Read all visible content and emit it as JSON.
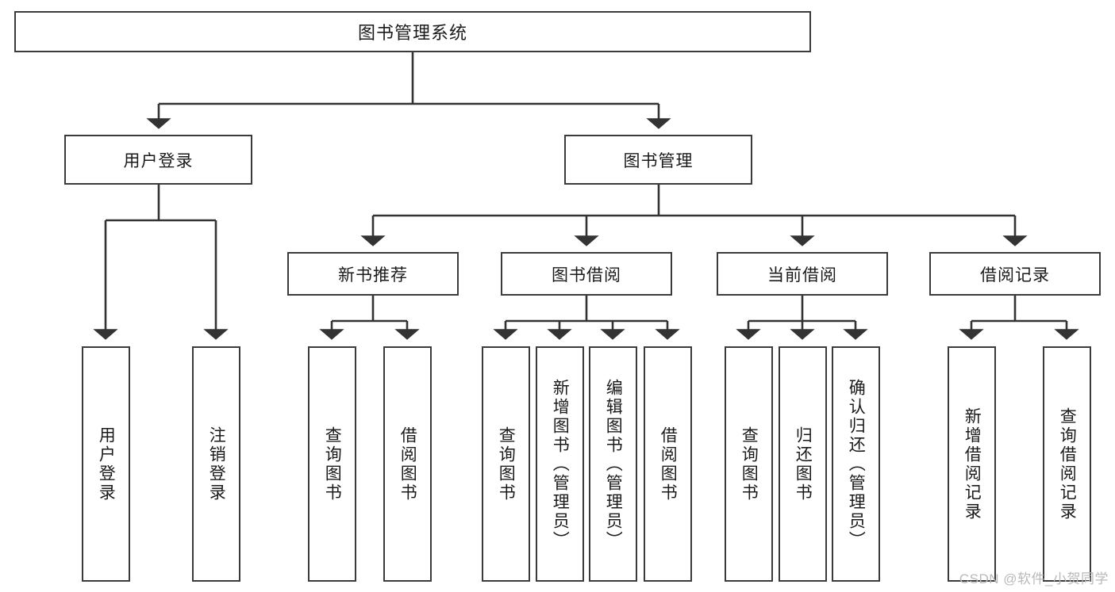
{
  "diagram": {
    "title": "图书管理系统",
    "type": "tree-hierarchy",
    "watermark": "CSDN @软件_小贺同学",
    "colors": {
      "box_border": "#3b3b3b",
      "box_fill": "#ffffff",
      "connector": "#333333",
      "text": "#1a1a1a",
      "watermark": "#b9b9b9"
    },
    "levels": {
      "level1": [
        {
          "id": "root",
          "label": "图书管理系统",
          "orientation": "horizontal"
        }
      ],
      "level2": [
        {
          "id": "user-login",
          "label": "用户登录",
          "orientation": "horizontal"
        },
        {
          "id": "book-manage",
          "label": "图书管理",
          "orientation": "horizontal"
        }
      ],
      "level3": [
        {
          "id": "new-book-rec",
          "label": "新书推荐",
          "orientation": "horizontal",
          "parent": "book-manage"
        },
        {
          "id": "book-borrow",
          "label": "图书借阅",
          "orientation": "horizontal",
          "parent": "book-manage"
        },
        {
          "id": "current-borrow",
          "label": "当前借阅",
          "orientation": "horizontal",
          "parent": "book-manage"
        },
        {
          "id": "borrow-record",
          "label": "借阅记录",
          "orientation": "horizontal",
          "parent": "book-manage"
        }
      ],
      "level4": [
        {
          "id": "leaf-user-login",
          "label": "用户登录",
          "orientation": "vertical",
          "parent": "user-login"
        },
        {
          "id": "leaf-logout",
          "label": "注销登录",
          "orientation": "vertical",
          "parent": "user-login"
        },
        {
          "id": "leaf-query-book-1",
          "label": "查询图书",
          "orientation": "vertical",
          "parent": "new-book-rec"
        },
        {
          "id": "leaf-borrow-book-1",
          "label": "借阅图书",
          "orientation": "vertical",
          "parent": "new-book-rec"
        },
        {
          "id": "leaf-query-book-2",
          "label": "查询图书",
          "orientation": "vertical",
          "parent": "book-borrow"
        },
        {
          "id": "leaf-add-book",
          "label": "新增图书（管理员）",
          "orientation": "vertical",
          "parent": "book-borrow"
        },
        {
          "id": "leaf-edit-book",
          "label": "编辑图书（管理员）",
          "orientation": "vertical",
          "parent": "book-borrow"
        },
        {
          "id": "leaf-borrow-book-2",
          "label": "借阅图书",
          "orientation": "vertical",
          "parent": "book-borrow"
        },
        {
          "id": "leaf-query-book-3",
          "label": "查询图书",
          "orientation": "vertical",
          "parent": "current-borrow"
        },
        {
          "id": "leaf-return-book",
          "label": "归还图书",
          "orientation": "vertical",
          "parent": "current-borrow"
        },
        {
          "id": "leaf-confirm-return",
          "label": "确认归还（管理员）",
          "orientation": "vertical",
          "parent": "current-borrow"
        },
        {
          "id": "leaf-add-record",
          "label": "新增借阅记录",
          "orientation": "vertical",
          "parent": "borrow-record"
        },
        {
          "id": "leaf-query-record",
          "label": "查询借阅记录",
          "orientation": "vertical",
          "parent": "borrow-record"
        }
      ]
    }
  }
}
